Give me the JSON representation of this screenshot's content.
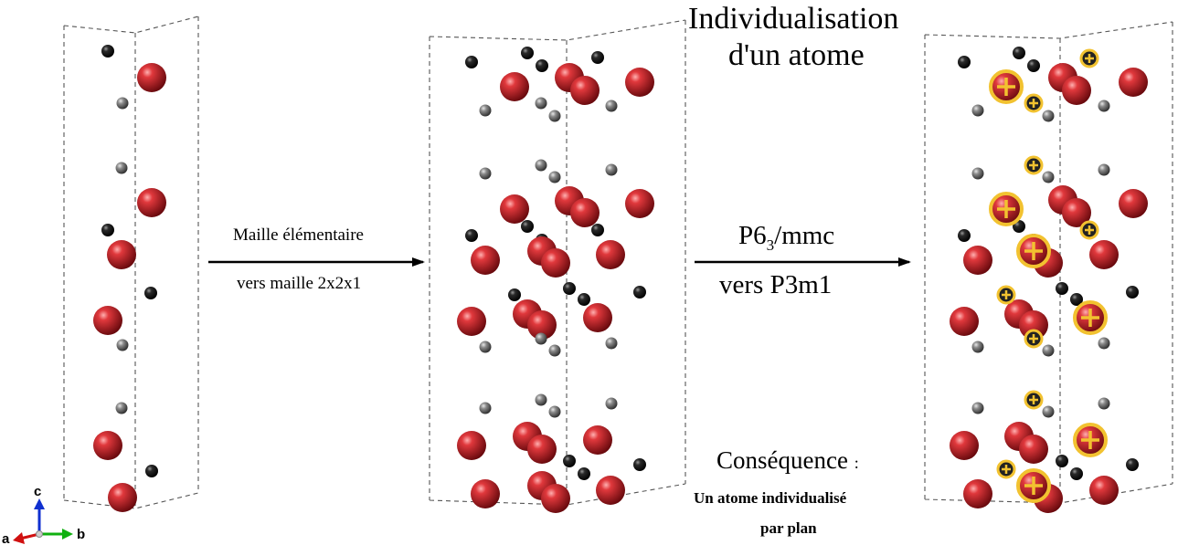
{
  "arrow1": {
    "line1": "Maille élémentaire",
    "line2": "vers maille 2x2x1"
  },
  "arrow2": {
    "line1_base": "P6",
    "line1_sub": "3",
    "line1_rest": "/mmc",
    "line2": "vers P3m1"
  },
  "top_text": {
    "line1": "Individualisation",
    "line2": "d'un atome"
  },
  "bottom_text": {
    "line1": "Conséquence",
    "colon": ":",
    "line2": "Un atome individualisé",
    "line3": "par plan"
  },
  "axes": {
    "a": "a",
    "b": "b",
    "c": "c"
  },
  "colors": {
    "red_atom": "#d0202a",
    "black_atom": "#1a1a1a",
    "gray_atom": "#7a7a7a",
    "highlight_fill": "#f2c230",
    "highlight_ring": "#e0a000",
    "axis_a": "#d01010",
    "axis_b": "#10b010",
    "axis_c": "#1030d0"
  },
  "legend_icons": [
    "red-atom-icon",
    "black-atom-icon",
    "gray-atom-icon",
    "individualized-atom-marker-icon"
  ]
}
